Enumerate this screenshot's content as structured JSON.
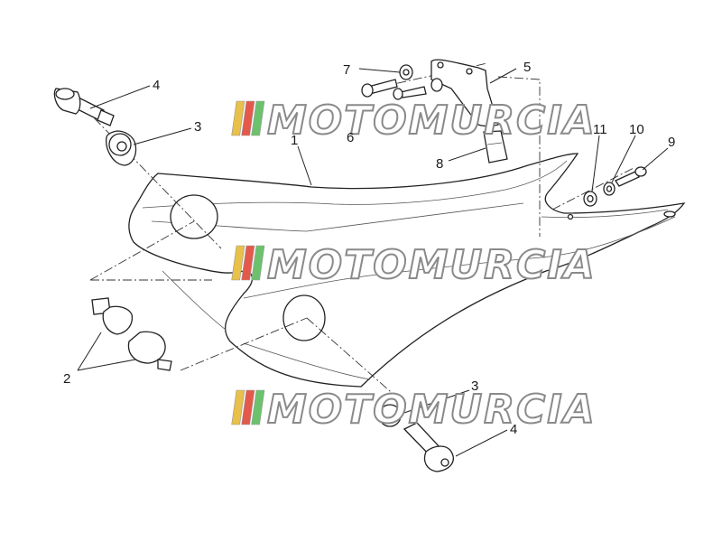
{
  "watermark": {
    "text": "MOTOMURCIA",
    "stripe_colors": [
      "#e8c04a",
      "#e45a4a",
      "#6cc26c"
    ]
  },
  "callouts": [
    {
      "id": "1",
      "label": "1"
    },
    {
      "id": "2",
      "label": "2"
    },
    {
      "id": "3a",
      "label": "3"
    },
    {
      "id": "3b",
      "label": "3"
    },
    {
      "id": "4a",
      "label": "4"
    },
    {
      "id": "4b",
      "label": "4"
    },
    {
      "id": "5",
      "label": "5"
    },
    {
      "id": "6",
      "label": "6"
    },
    {
      "id": "7",
      "label": "7"
    },
    {
      "id": "8",
      "label": "8"
    },
    {
      "id": "9",
      "label": "9"
    },
    {
      "id": "10",
      "label": "10"
    },
    {
      "id": "11",
      "label": "11"
    }
  ]
}
